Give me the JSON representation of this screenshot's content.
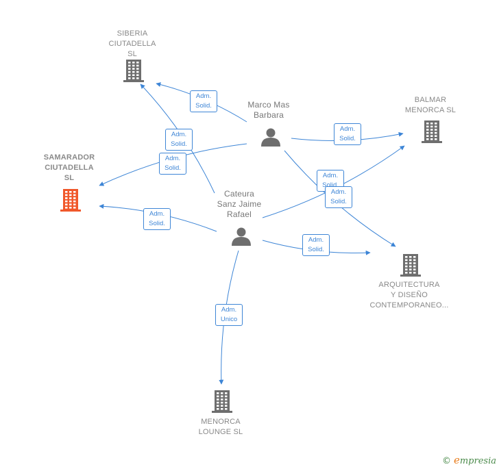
{
  "colors": {
    "edge": "#3d85d6",
    "company_icon": "#6e6e6e",
    "company_main_icon": "#f0582b",
    "person_icon": "#6e6e6e",
    "label_text": "#777777"
  },
  "nodes": [
    {
      "id": "siberia",
      "kind": "company",
      "label": "SIBERIA\nCIUTADELLA\nSL",
      "icon": "building-icon"
    },
    {
      "id": "samarador",
      "kind": "company",
      "main": true,
      "label": "SAMARADOR\nCIUTADELLA\nSL",
      "icon": "building-icon"
    },
    {
      "id": "balmar",
      "kind": "company",
      "label": "BALMAR\nMENORCA SL",
      "icon": "building-icon"
    },
    {
      "id": "arquitectura",
      "kind": "company",
      "label": "ARQUITECTURA\nY DISEÑO\nCONTEMPORANEO...",
      "icon": "building-icon"
    },
    {
      "id": "menorca",
      "kind": "company",
      "label": "MENORCA\nLOUNGE SL",
      "icon": "building-icon"
    },
    {
      "id": "marco",
      "kind": "person",
      "label": "Marco Mas\nBarbara",
      "icon": "person-icon"
    },
    {
      "id": "cateura",
      "kind": "person",
      "label": "Cateura\nSanz Jaime\nRafael",
      "icon": "person-icon"
    }
  ],
  "edges": [
    {
      "from": "marco",
      "to": "siberia",
      "label": "Adm.\nSolid."
    },
    {
      "from": "marco",
      "to": "samarador",
      "label": "Adm.\nSolid."
    },
    {
      "from": "marco",
      "to": "balmar",
      "label": "Adm.\nSolid."
    },
    {
      "from": "marco",
      "to": "arquitectura",
      "label": "Adm.\nSolid."
    },
    {
      "from": "cateura",
      "to": "siberia",
      "label": "Adm.\nSolid."
    },
    {
      "from": "cateura",
      "to": "samarador",
      "label": "Adm.\nSolid."
    },
    {
      "from": "cateura",
      "to": "balmar",
      "label": "Adm.\nSolid."
    },
    {
      "from": "cateura",
      "to": "arquitectura",
      "label": "Adm.\nSolid."
    },
    {
      "from": "cateura",
      "to": "menorca",
      "label": "Adm.\nUnico"
    }
  ],
  "brand": {
    "copyright": "©",
    "name_first": "e",
    "name_rest": "mpresia"
  }
}
